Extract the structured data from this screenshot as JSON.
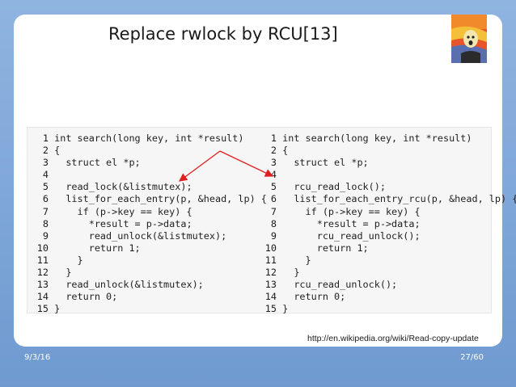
{
  "slide": {
    "title": "Replace rwlock by RCU[13]",
    "link": "http://en.wikipedia.org/wiki/Read-copy-update",
    "date": "9/3/16",
    "page": "27/60"
  },
  "code_left": [
    {
      "n": "1",
      "text": "int search(long key, int *result)"
    },
    {
      "n": "2",
      "text": "{"
    },
    {
      "n": "3",
      "text": "  struct el *p;"
    },
    {
      "n": "4",
      "text": ""
    },
    {
      "n": "5",
      "text": "  read_lock(&listmutex);"
    },
    {
      "n": "6",
      "text": "  list_for_each_entry(p, &head, lp) {"
    },
    {
      "n": "7",
      "text": "    if (p->key == key) {"
    },
    {
      "n": "8",
      "text": "      *result = p->data;"
    },
    {
      "n": "9",
      "text": "      read_unlock(&listmutex);"
    },
    {
      "n": "10",
      "text": "      return 1;"
    },
    {
      "n": "11",
      "text": "    }"
    },
    {
      "n": "12",
      "text": "  }"
    },
    {
      "n": "13",
      "text": "  read_unlock(&listmutex);"
    },
    {
      "n": "14",
      "text": "  return 0;"
    },
    {
      "n": "15",
      "text": "}"
    }
  ],
  "code_right": [
    {
      "n": "1",
      "text": "int search(long key, int *result)"
    },
    {
      "n": "2",
      "text": "{"
    },
    {
      "n": "3",
      "text": "  struct el *p;"
    },
    {
      "n": "4",
      "text": ""
    },
    {
      "n": "5",
      "text": "  rcu_read_lock();"
    },
    {
      "n": "6",
      "text": "  list_for_each_entry_rcu(p, &head, lp) {"
    },
    {
      "n": "7",
      "text": "    if (p->key == key) {"
    },
    {
      "n": "8",
      "text": "      *result = p->data;"
    },
    {
      "n": "9",
      "text": "      rcu_read_unlock();"
    },
    {
      "n": "10",
      "text": "      return 1;"
    },
    {
      "n": "11",
      "text": "    }"
    },
    {
      "n": "12",
      "text": "  }"
    },
    {
      "n": "13",
      "text": "  rcu_read_unlock();"
    },
    {
      "n": "14",
      "text": "  return 0;"
    },
    {
      "n": "15",
      "text": "}"
    }
  ],
  "colors": {
    "background": "#7fa6d6",
    "arrow": "#e02020",
    "keyword": "#3a7d22"
  }
}
